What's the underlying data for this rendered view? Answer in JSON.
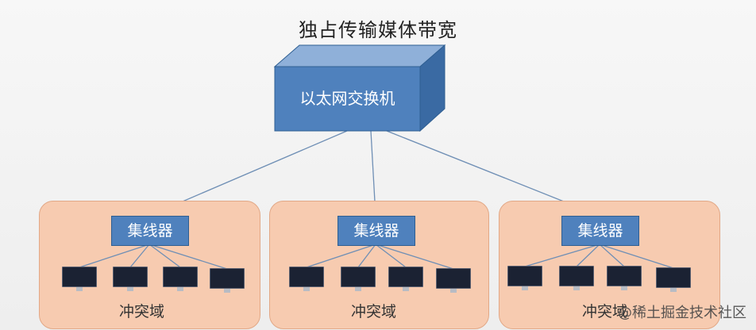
{
  "title": "独占传输媒体带宽",
  "switch": {
    "label": "以太网交换机"
  },
  "hub_label": "集线器",
  "collision_domain_label": "冲突域",
  "watermark": "@稀土掘金技术社区",
  "colors": {
    "switch": "#4f81bd",
    "hub": "#4f81bd",
    "domain_fill": "#f7cbb0",
    "wire": "#6f8fb5"
  }
}
